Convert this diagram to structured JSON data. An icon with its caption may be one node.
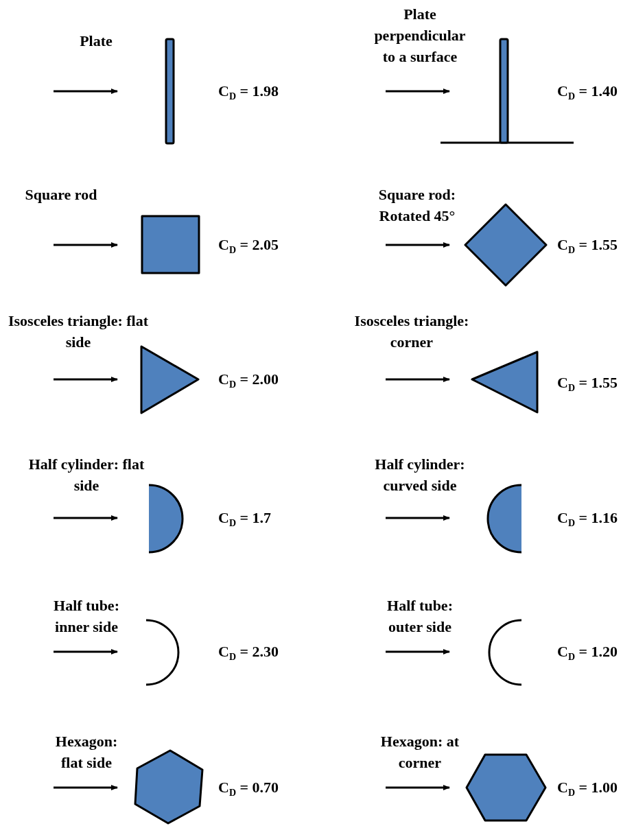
{
  "diagram": {
    "labels": [
      "Plate",
      "Plate perpendicular to a surface",
      "C$_{D}$ = 1.98",
      "C$_{D}$ = 1.40",
      "Square rod",
      "Square rod: Rotated 45°",
      "C$_{D}$ = 2.05",
      "C$_{D}$ = 1.55",
      "Isosceles triangle: flat side",
      "Isosceles triangle: corner",
      "C$_{D}$ = 2.00",
      "C$_{D}$ = 1.55",
      "Half cylinder: flat side",
      "Half cylinder: curved side",
      "C$_{D}$ = 1.7",
      "C$_{D}$ = 1.16",
      "Half tube: inner side",
      "Half tube: outer side",
      "C$_{D}$ = 2.30",
      "C$_{D}$ = 1.20",
      "Hexagon: flat side",
      "Hexagon: at corner",
      "C$_{D}$ = 0.70",
      "C$_{D}$ = 1.00"
    ]
  }
}
